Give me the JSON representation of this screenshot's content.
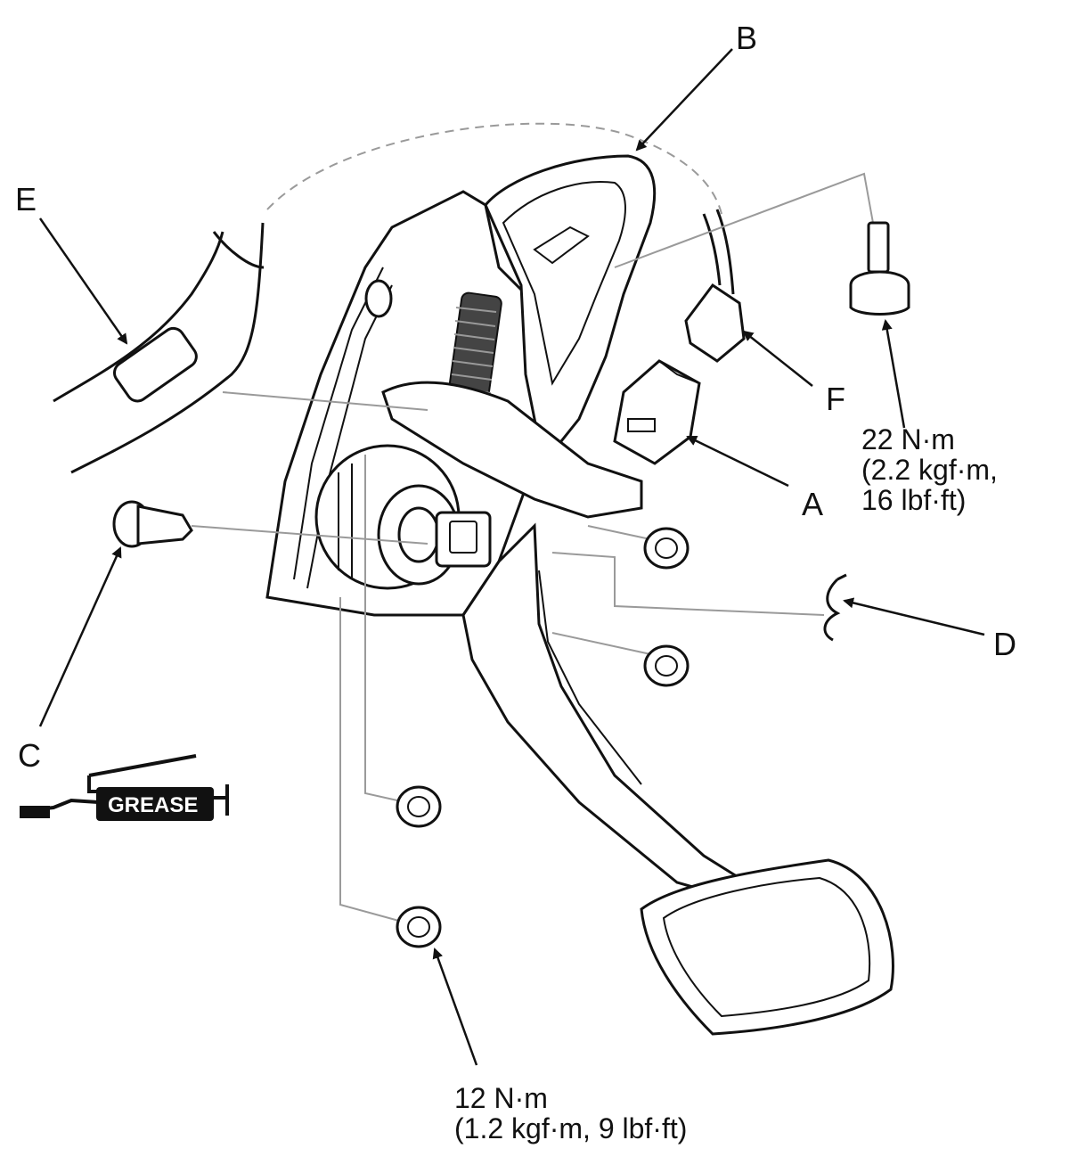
{
  "labels": {
    "a": "A",
    "b": "B",
    "c": "C",
    "d": "D",
    "e": "E",
    "f": "F"
  },
  "torque_upper": {
    "line1": "22 N·m",
    "line2": "(2.2 kgf·m,",
    "line3": "16 lbf·ft)"
  },
  "torque_lower": {
    "line1": "12 N·m",
    "line2": "(1.2 kgf·m, 9 lbf·ft)"
  },
  "grease": {
    "label": "GREASE"
  },
  "colors": {
    "line": "#111111",
    "leader": "#9a9a9a",
    "shade": "#d9d9d9",
    "background": "#ffffff"
  }
}
